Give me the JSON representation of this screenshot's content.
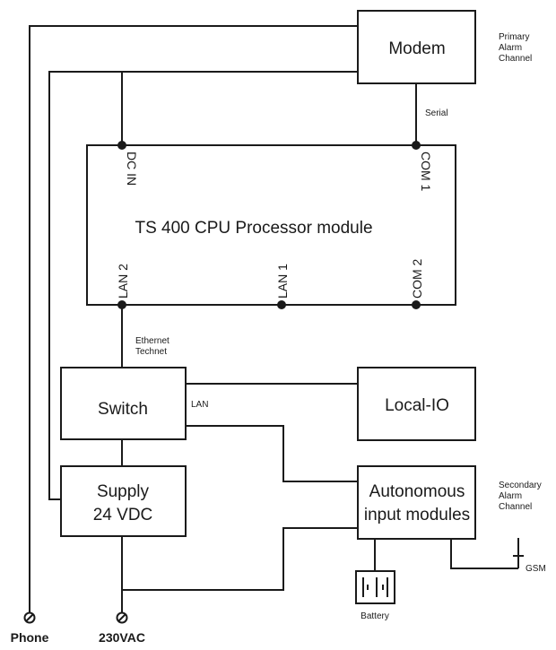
{
  "blocks": {
    "modem": "Modem",
    "cpu": "TS 400 CPU Processor module",
    "switch": "Switch",
    "local_io": "Local-IO",
    "supply_line1": "Supply",
    "supply_line2": "24 VDC",
    "autonomous_line1": "Autonomous",
    "autonomous_line2": "input modules"
  },
  "ports": {
    "dc_in": "DC IN",
    "com1": "COM 1",
    "lan2": "LAN 2",
    "lan1": "LAN 1",
    "com2": "COM 2"
  },
  "labels": {
    "primary_line1": "Primary",
    "primary_line2": "Alarm",
    "primary_line3": "Channel",
    "serial": "Serial",
    "ethernet_line1": "Ethernet",
    "ethernet_line2": "Technet",
    "lan": "LAN",
    "secondary_line1": "Secondary",
    "secondary_line2": "Alarm",
    "secondary_line3": "Channel",
    "gsm": "GSM",
    "battery": "Battery"
  },
  "terminals": {
    "phone": "Phone",
    "ac": "230VAC"
  },
  "icons": [
    "terminal-icon",
    "battery-icon",
    "gsm-antenna-icon"
  ]
}
